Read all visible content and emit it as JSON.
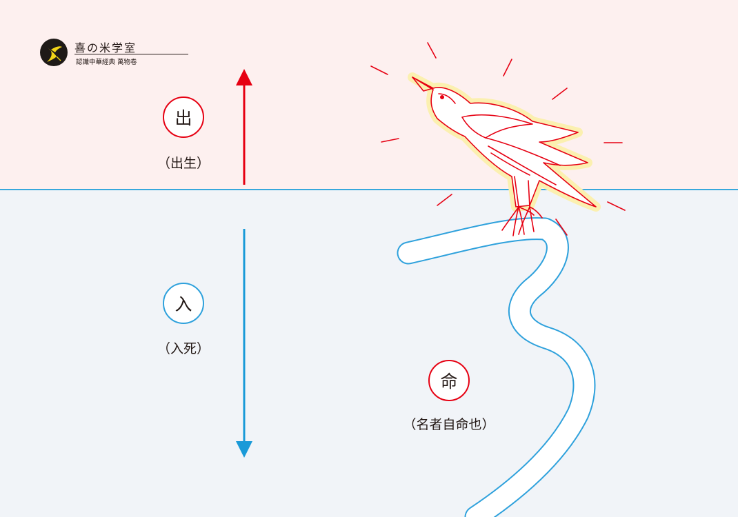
{
  "logo": {
    "title": "喜の米学室",
    "subtitle": "認識中華經典 萬物卷"
  },
  "concepts": {
    "out": {
      "char": "出",
      "gloss": "（出生）"
    },
    "in": {
      "char": "入",
      "gloss": "（入死）"
    },
    "life": {
      "char": "命",
      "gloss": "（名者自命也）"
    }
  },
  "colors": {
    "top_background": "#fdf0ef",
    "bottom_background": "#f1f4f8",
    "red_accent": "#e60012",
    "blue_accent": "#2ea1dc",
    "glow": "#fbf0b0"
  }
}
